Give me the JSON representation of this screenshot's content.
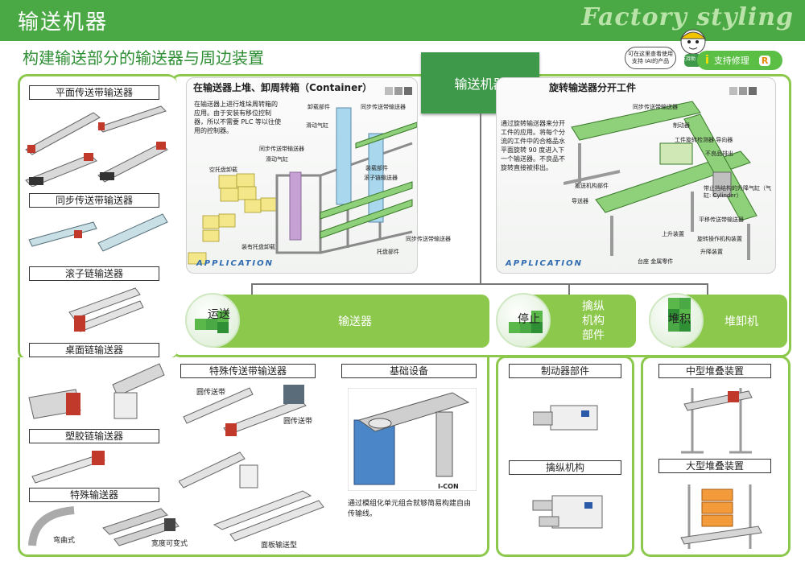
{
  "header": {
    "title": "输送机器",
    "brand": "Factory styling",
    "subtitle": "构建输送部分的输送器与周边装置"
  },
  "support": {
    "bubble": "可在这里查看使用支持 IAI的产品",
    "mascot_caption": "支持助",
    "label": "支持修理",
    "icon_i": "i",
    "icon_r": "R"
  },
  "center_title": "输送机器",
  "app_left": {
    "title": "在输送器上堆、卸周转箱（Container）",
    "tag": "APPLICATION",
    "note": "在输送器上进行堆垛周转箱的应用。由于安装有移位控制器，所以不需要 PLC 等以往使用的控制器。",
    "callouts": [
      "卸载部件",
      "同步传送带输送器",
      "滑动气缸",
      "同步传送带输送器",
      "滑动气缸",
      "装载部件",
      "空托盘卸载",
      "滚子链输送器",
      "装有托盘卸载",
      "同步传送带输送器",
      "托盘部件"
    ]
  },
  "app_right": {
    "title": "旋转输送器分开工件",
    "tag": "APPLICATION",
    "note": "通过旋转输送器来分开工件的应用。将每个分流的工件中的合格品水平面旋转 90 度进入下一个输送器。不良品不旋转直接被排出。",
    "callouts": [
      "同步传送带输送器",
      "制动器",
      "工件旋转检测器 导向器",
      "不良品排出",
      "搬送机构部件",
      "带止挡结构的升降气缸（气缸: Cylinder）",
      "导送器",
      "平移传送带输送器",
      "旋转操作机构装置",
      "上升装置",
      "升降装置",
      "台座 金属零件"
    ]
  },
  "categories": [
    {
      "icon_label": "运送",
      "bar_label": "输送器"
    },
    {
      "icon_label": "停止",
      "bar_label": "擒纵机构部件"
    },
    {
      "icon_label": "堆积",
      "bar_label": "堆卸机"
    }
  ],
  "left_column": {
    "labels": [
      "平面传送带输送器",
      "同步传送带输送器",
      "滚子链输送器",
      "桌面链输送器",
      "塑胶链输送器",
      "特殊输送器"
    ],
    "special_captions": [
      "弯曲式",
      "宽度可变式"
    ]
  },
  "special_belt": {
    "label": "特殊传送带输送器",
    "captions": [
      "圆传送带",
      "圆传送带"
    ]
  },
  "base_equipment": {
    "label": "基础设备",
    "product": "I-CON",
    "note": "通过模组化单元组合就够简易构建自由传输线。"
  },
  "plate_conveyor": {
    "caption": "面板输送型"
  },
  "stopper": {
    "labels": [
      "制动器部件",
      "擒纵机构"
    ]
  },
  "stacker": {
    "labels": [
      "中型堆叠装置",
      "大型堆叠装置"
    ]
  }
}
